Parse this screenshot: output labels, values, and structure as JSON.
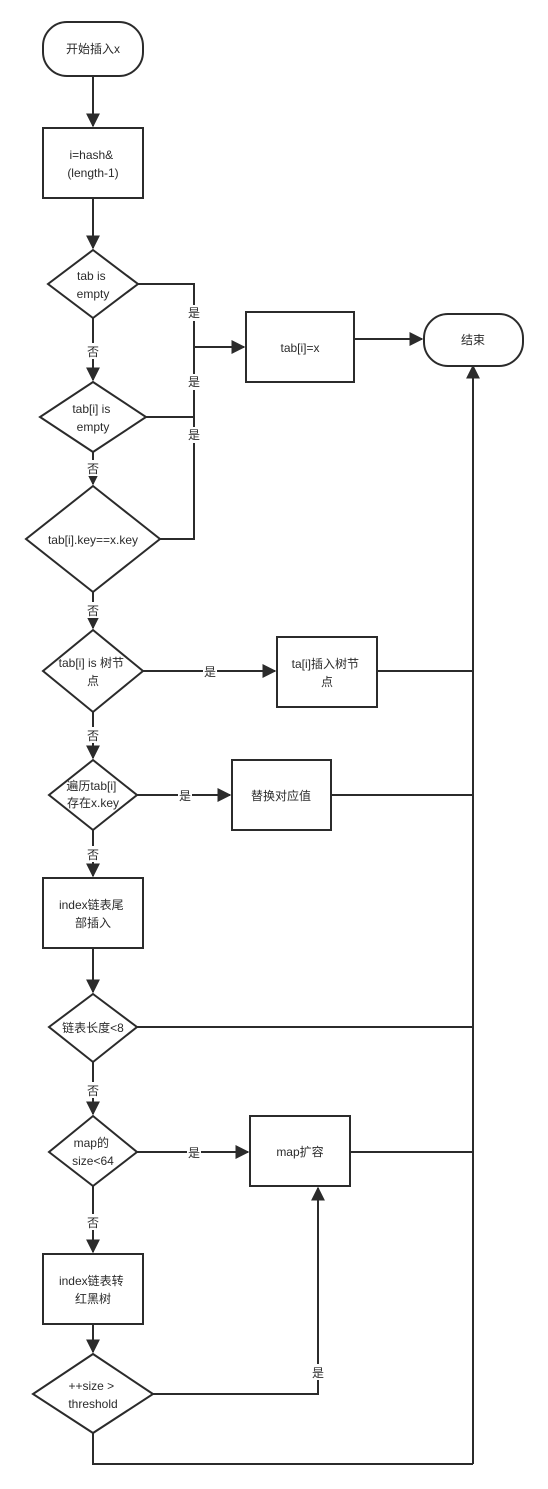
{
  "nodes": {
    "start": [
      "开始插入x"
    ],
    "hash": [
      "i=hash&",
      "(length-1)"
    ],
    "tab_empty": [
      "tab is",
      "empty"
    ],
    "tabi_empty": [
      "tab[i] is",
      "empty"
    ],
    "key_eq": [
      "tab[i].key==x.key"
    ],
    "set_tabi": [
      "tab[i]=x"
    ],
    "end": [
      "结束"
    ],
    "is_tree": [
      "tab[i] is 树节",
      "点"
    ],
    "tree_insert": [
      "ta[i]插入树节",
      "点"
    ],
    "traverse": [
      "遍历tab[i]",
      "存在x.key"
    ],
    "replace": [
      "替换对应值"
    ],
    "list_tail": [
      "index链表尾",
      "部插入"
    ],
    "list_len": [
      "链表长度<8"
    ],
    "map_size": [
      "map的",
      "size<64"
    ],
    "map_resize": [
      "map扩容"
    ],
    "to_tree": [
      "index链表转",
      "红黑树"
    ],
    "threshold": [
      "++size >",
      "threshold"
    ]
  },
  "edge_labels": {
    "yes": "是",
    "no": "否"
  }
}
